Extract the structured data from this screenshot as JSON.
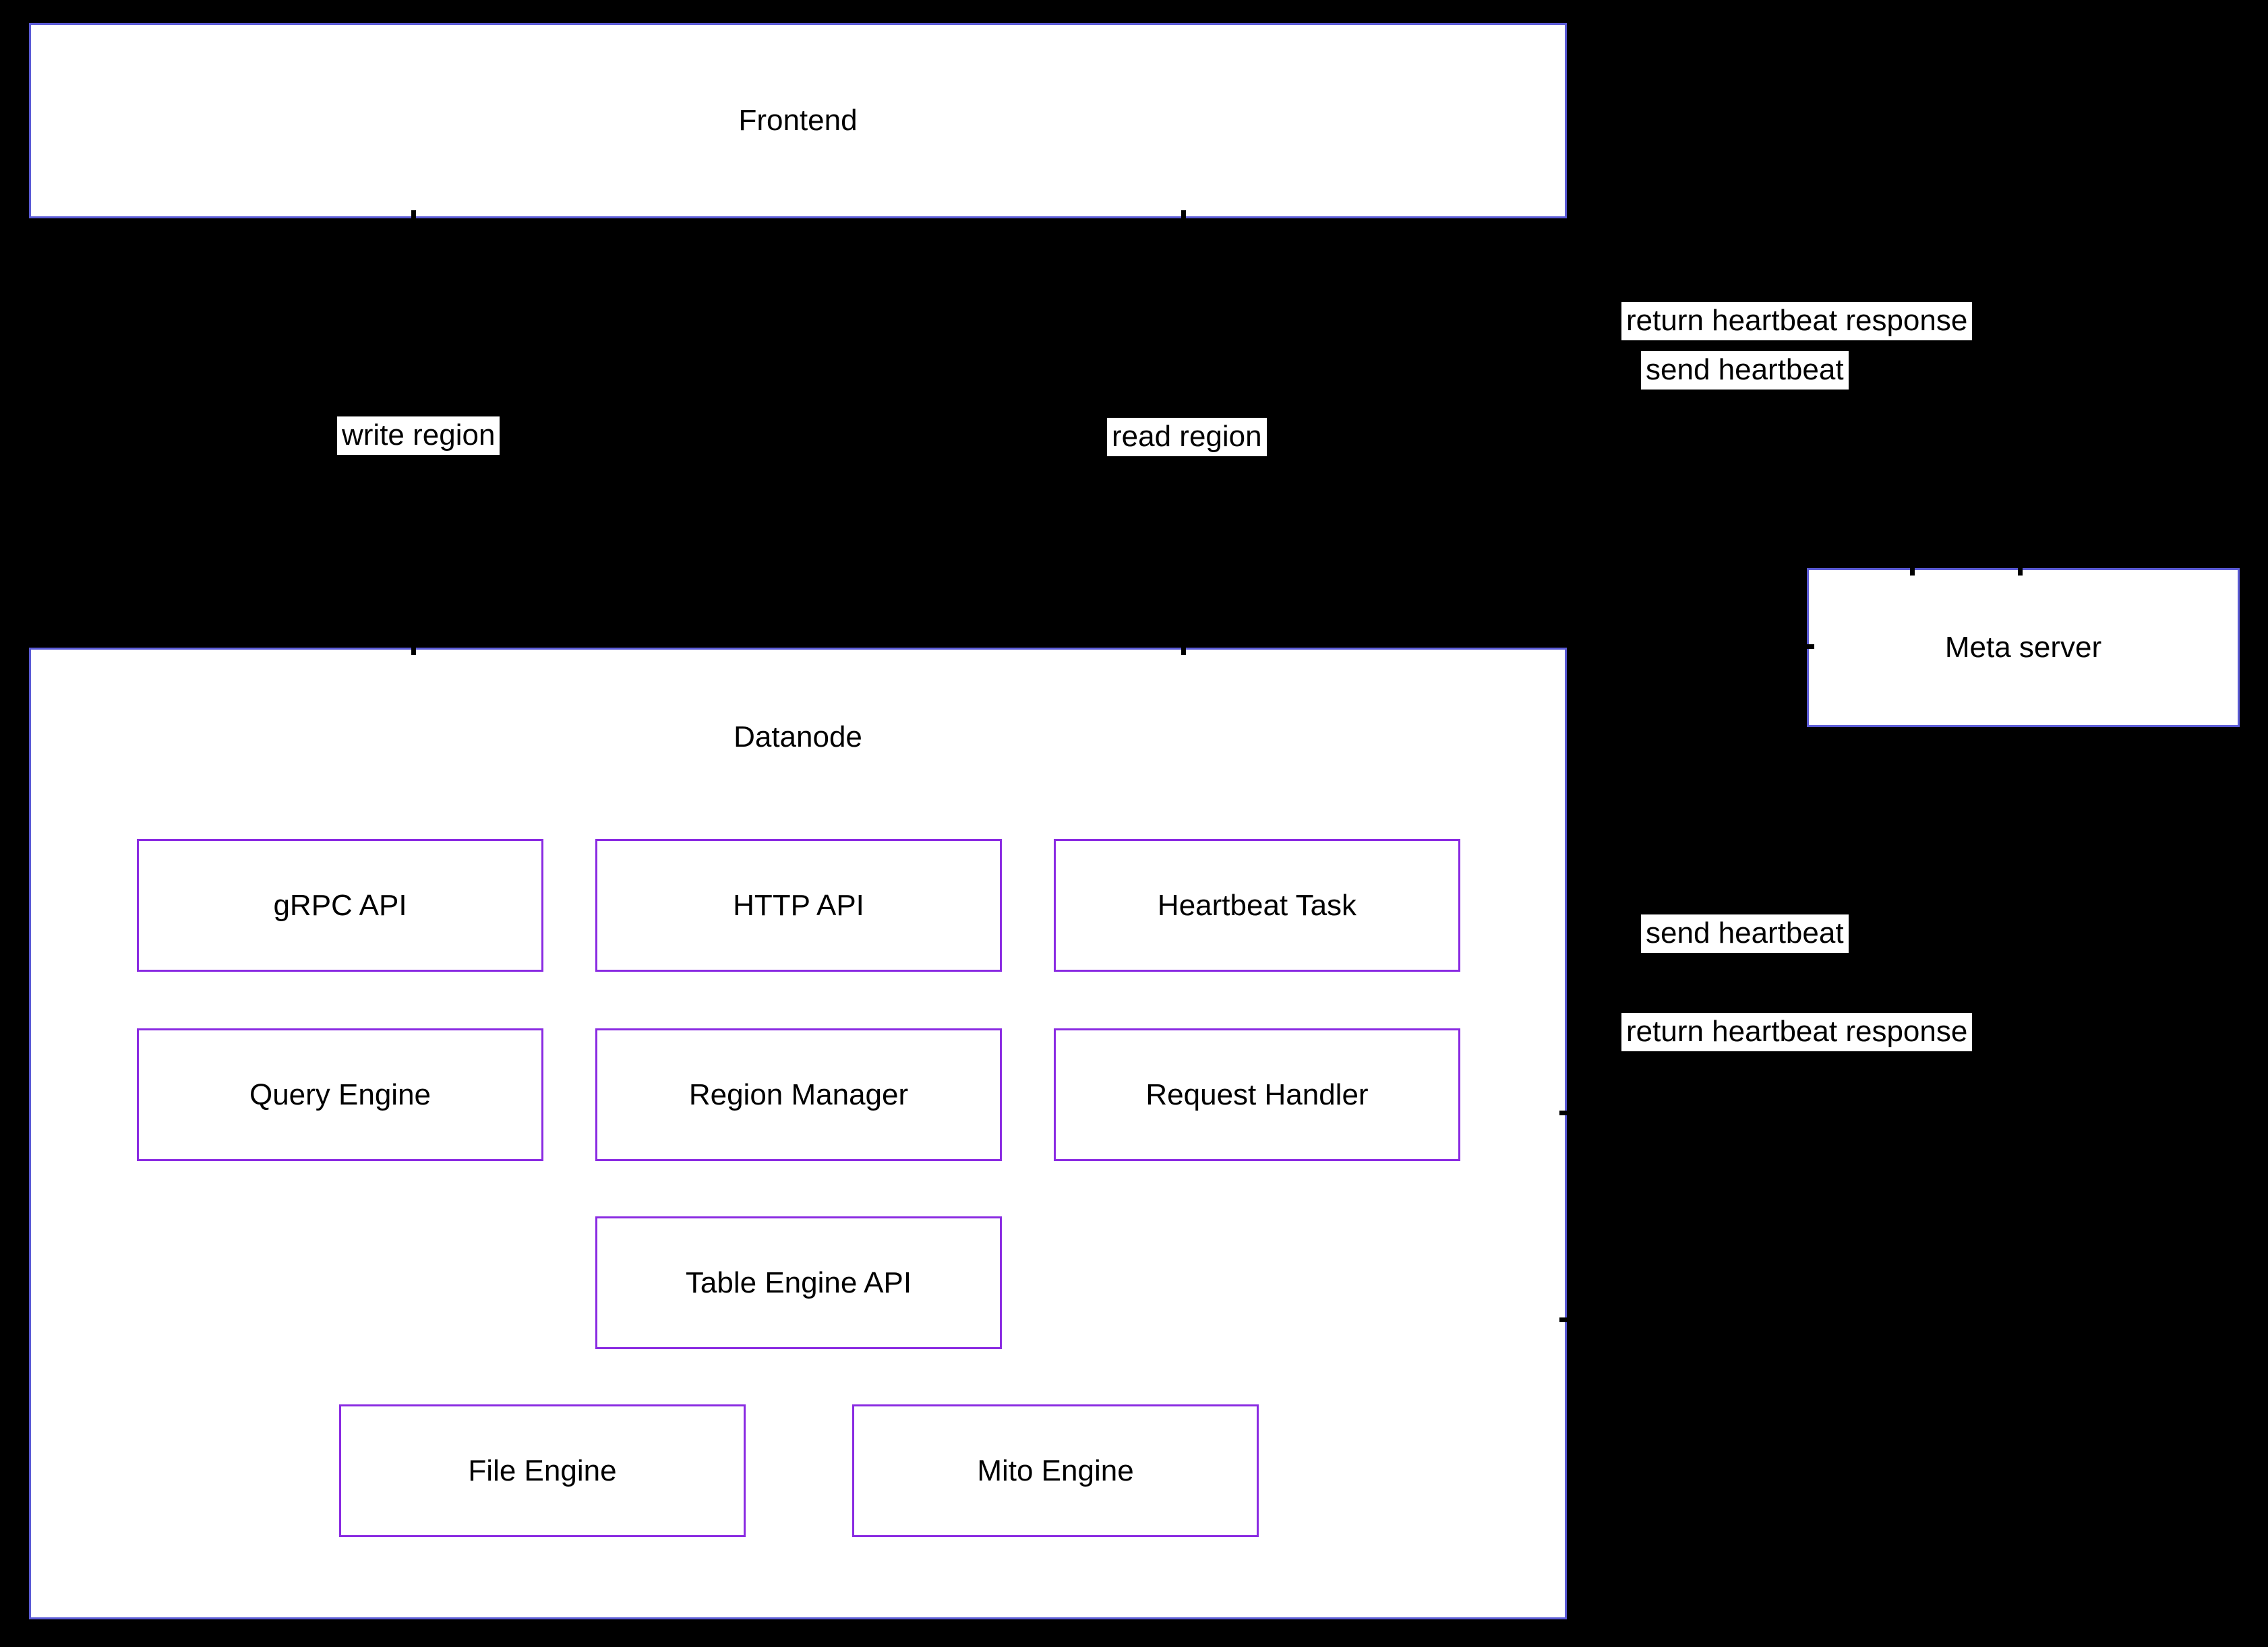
{
  "diagram": {
    "nodes": {
      "frontend": {
        "label": "Frontend"
      },
      "meta_server": {
        "label": "Meta server"
      },
      "datanode": {
        "label": "Datanode",
        "components": [
          {
            "label": "gRPC API"
          },
          {
            "label": "HTTP API"
          },
          {
            "label": "Heartbeat Task"
          },
          {
            "label": "Query Engine"
          },
          {
            "label": "Region Manager"
          },
          {
            "label": "Request Handler"
          },
          {
            "label": "Table Engine API"
          },
          {
            "label": "File Engine"
          },
          {
            "label": "Mito Engine"
          }
        ]
      }
    },
    "edge_labels": [
      {
        "label": "return heartbeat response"
      },
      {
        "label": "send heartbeat"
      },
      {
        "label": "write region"
      },
      {
        "label": "read region"
      },
      {
        "label": "send heartbeat"
      },
      {
        "label": "return heartbeat response"
      }
    ],
    "colors": {
      "background": "#000000",
      "node_fill": "#ffffff",
      "outer_node_border": "#5b5bd6",
      "component_border": "#8a2be2",
      "text": "#000000"
    }
  }
}
